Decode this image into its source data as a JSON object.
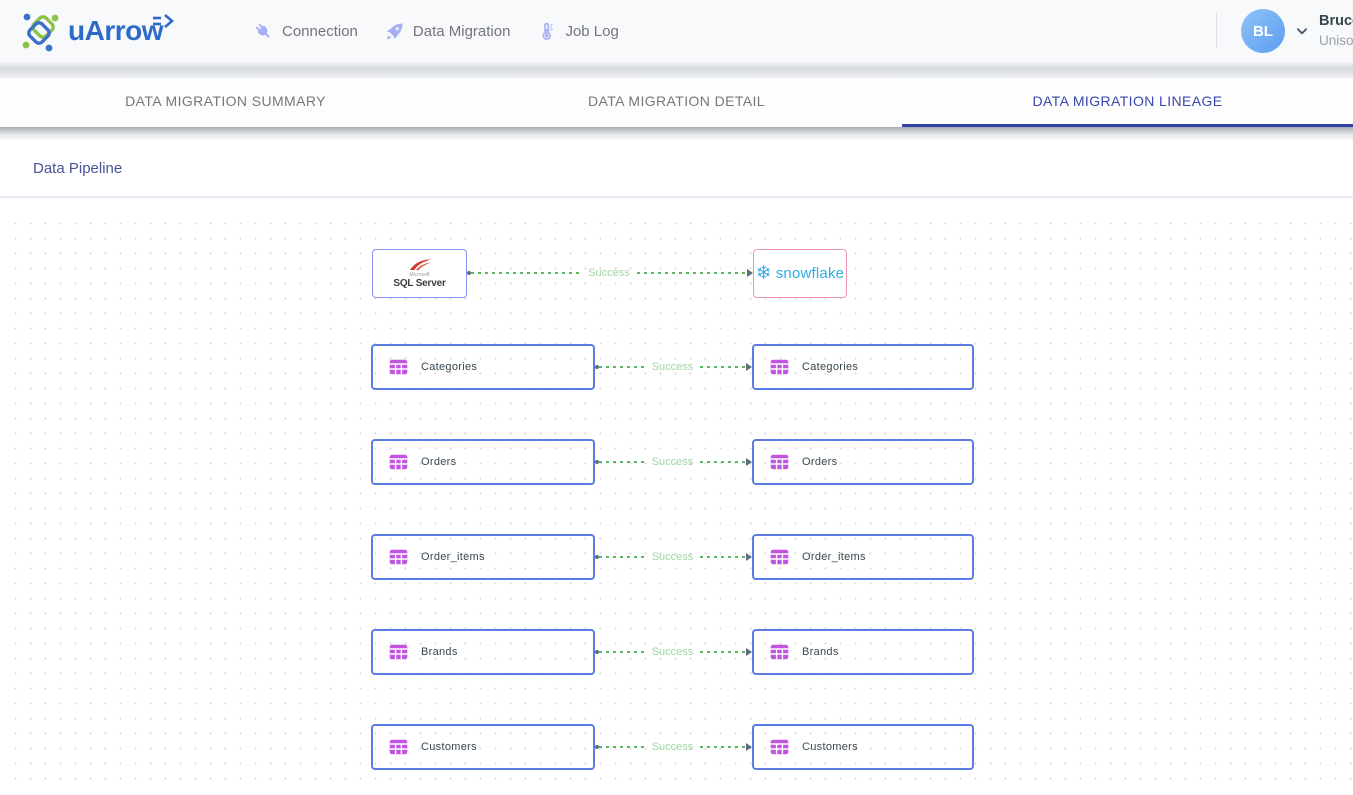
{
  "navbar": {
    "logo_text": "uArrow",
    "items": [
      {
        "label": "Connection",
        "icon": "plug-icon"
      },
      {
        "label": "Data Migration",
        "icon": "rocket-icon"
      },
      {
        "label": "Job Log",
        "icon": "thermometer-icon"
      }
    ],
    "user": {
      "initials": "BL",
      "name": "Bruce",
      "org": "Unison"
    }
  },
  "tabs": [
    {
      "label": "DATA MIGRATION SUMMARY",
      "active": false
    },
    {
      "label": "DATA MIGRATION DETAIL",
      "active": false
    },
    {
      "label": "DATA MIGRATION LINEAGE",
      "active": true
    }
  ],
  "page": {
    "title": "Data Pipeline"
  },
  "canvas": {
    "source_node": {
      "label": "SQL Server",
      "sublabel": "Microsoft",
      "icon": "sqlserver-icon"
    },
    "target_node": {
      "label": "snowflake",
      "icon": "snowflake-icon"
    },
    "db_edge": {
      "status": "Success"
    },
    "rows": [
      {
        "left": {
          "label": "Categories"
        },
        "right": {
          "label": "Categories"
        },
        "status": "Success"
      },
      {
        "left": {
          "label": "Orders"
        },
        "right": {
          "label": "Orders"
        },
        "status": "Success"
      },
      {
        "left": {
          "label": "Order_items"
        },
        "right": {
          "label": "Order_items"
        },
        "status": "Success"
      },
      {
        "left": {
          "label": "Brands"
        },
        "right": {
          "label": "Brands"
        },
        "status": "Success"
      },
      {
        "left": {
          "label": "Customers"
        },
        "right": {
          "label": "Customers"
        },
        "status": "Success"
      }
    ]
  },
  "colors": {
    "accent": "#3947ad",
    "success_green": "#5db761",
    "success_label": "#9fd6a4",
    "table_icon_purple": "#c155e0",
    "node_border_blue": "#5b7ce2",
    "snowflake_blue": "#2bb5e8",
    "snowflake_border_pink": "#f295b5",
    "sqlserver_border": "#8b93f0",
    "sqlserver_red": "#cf3c2f"
  }
}
